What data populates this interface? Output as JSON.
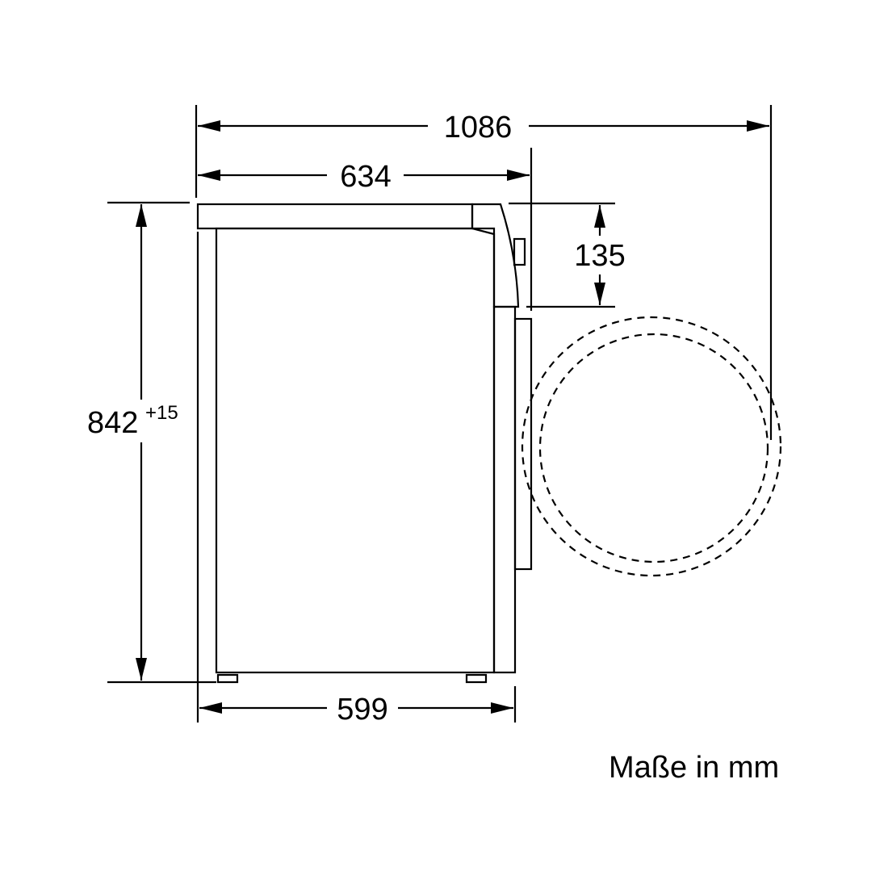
{
  "dimensions": {
    "overall_depth_door_open": "1086",
    "depth": "634",
    "worktop_height": "135",
    "height": "842",
    "height_tolerance": "+15",
    "width": "599"
  },
  "units_note": "Maße in mm",
  "colors": {
    "line": "#000000",
    "background": "#ffffff"
  }
}
